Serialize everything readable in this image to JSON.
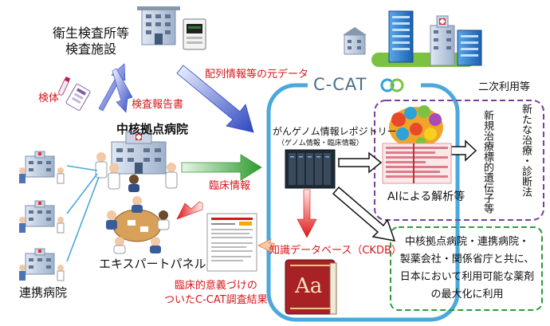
{
  "labels": {
    "testing_facility": "衛生検査所等\n検査施設",
    "specimen": "検体",
    "test_report": "検査報告書",
    "sequence_data": "配列情報等の元データ",
    "core_hospital": "中核拠点病院",
    "clinical_info": "臨床情報",
    "expert_panel": "エキスパートパネル",
    "partner_hospital": "連携病院",
    "ccat_results": "臨床的意義づけの\nついたC-CAT調査結果",
    "secondary_use": "二次利用等",
    "ccat_logo": "C-CAT",
    "repository_title": "がんゲノム情報レポジトリー",
    "repository_sub": "（ゲノム情報・臨床情報）",
    "ai_analysis": "AIによる解析等",
    "new_therapy": "新たな治療・診断法",
    "new_biomarker": "新規治療標的遺伝子等",
    "ckdb": "知識データベース（CKDB）",
    "book_glyph": "Aa",
    "outcome_text": "中核拠点病院・連携病院・\n製薬会社・関係省庁と共に、\n日本において利用可能な薬剤\nの最大化に利用"
  },
  "colors": {
    "red_text": "#d8161b",
    "ccat_frame": "#4aa8dc",
    "purple_dashed": "#7a3fa0",
    "green_dashed": "#2f9a3c",
    "blue_arrow": "#3a57c8",
    "green_arrow": "#2f9a2f",
    "red_arrow": "#e02020"
  }
}
